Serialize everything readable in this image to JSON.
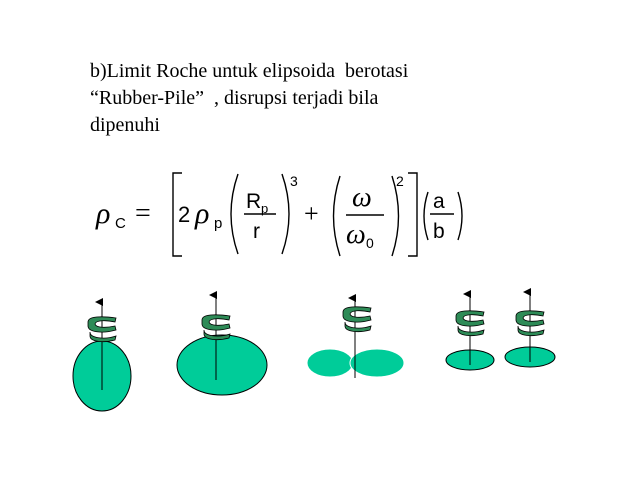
{
  "heading": {
    "line1": "b)Limit Roche untuk elipsoida  berotasi",
    "line2": "“Rubber-Pile”  , disrupsi terjadi bila",
    "line3": "dipenuhi"
  },
  "formula": {
    "lhs_symbol": "ρ",
    "lhs_subscript": "C",
    "equals": "=",
    "coef": "2",
    "rho": "ρ",
    "rho_subscript": "p",
    "frac1_num": "R",
    "frac1_num_subscript": "p",
    "frac1_den": "r",
    "exp1": "3",
    "plus": "+",
    "frac2_num": "ω",
    "frac2_den": "ω",
    "frac2_den_subscript": "0",
    "exp2": "2",
    "frac3_num": "a",
    "frac3_den": "b"
  },
  "colors": {
    "body_fill": "#00cc99",
    "body_stroke": "#000000",
    "spin_arrow_fill": "#2e8b57",
    "text": "#000000"
  },
  "figures": {
    "icon": "rotation-arrow-icon"
  }
}
